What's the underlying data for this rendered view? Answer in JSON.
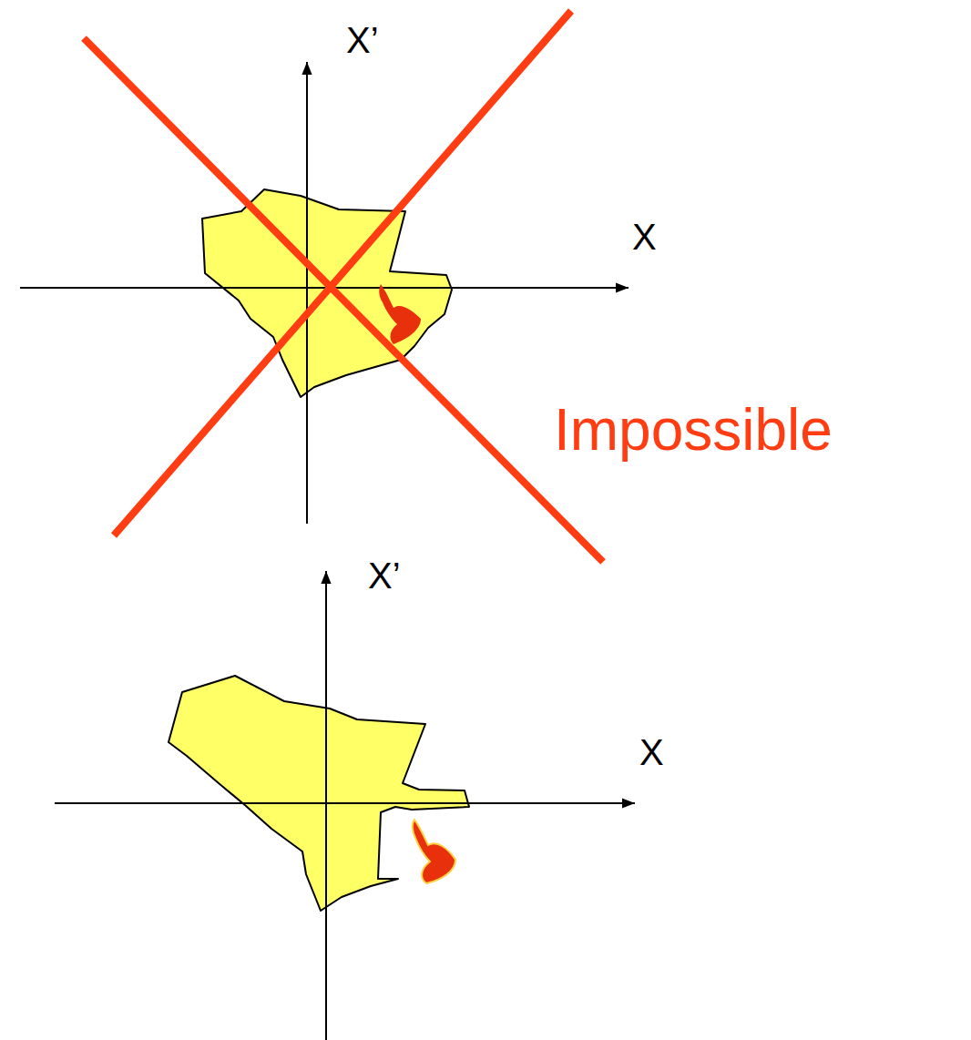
{
  "diagram": {
    "labels": [
      "X’",
      "X",
      "Impossible",
      "X’",
      "X"
    ]
  }
}
